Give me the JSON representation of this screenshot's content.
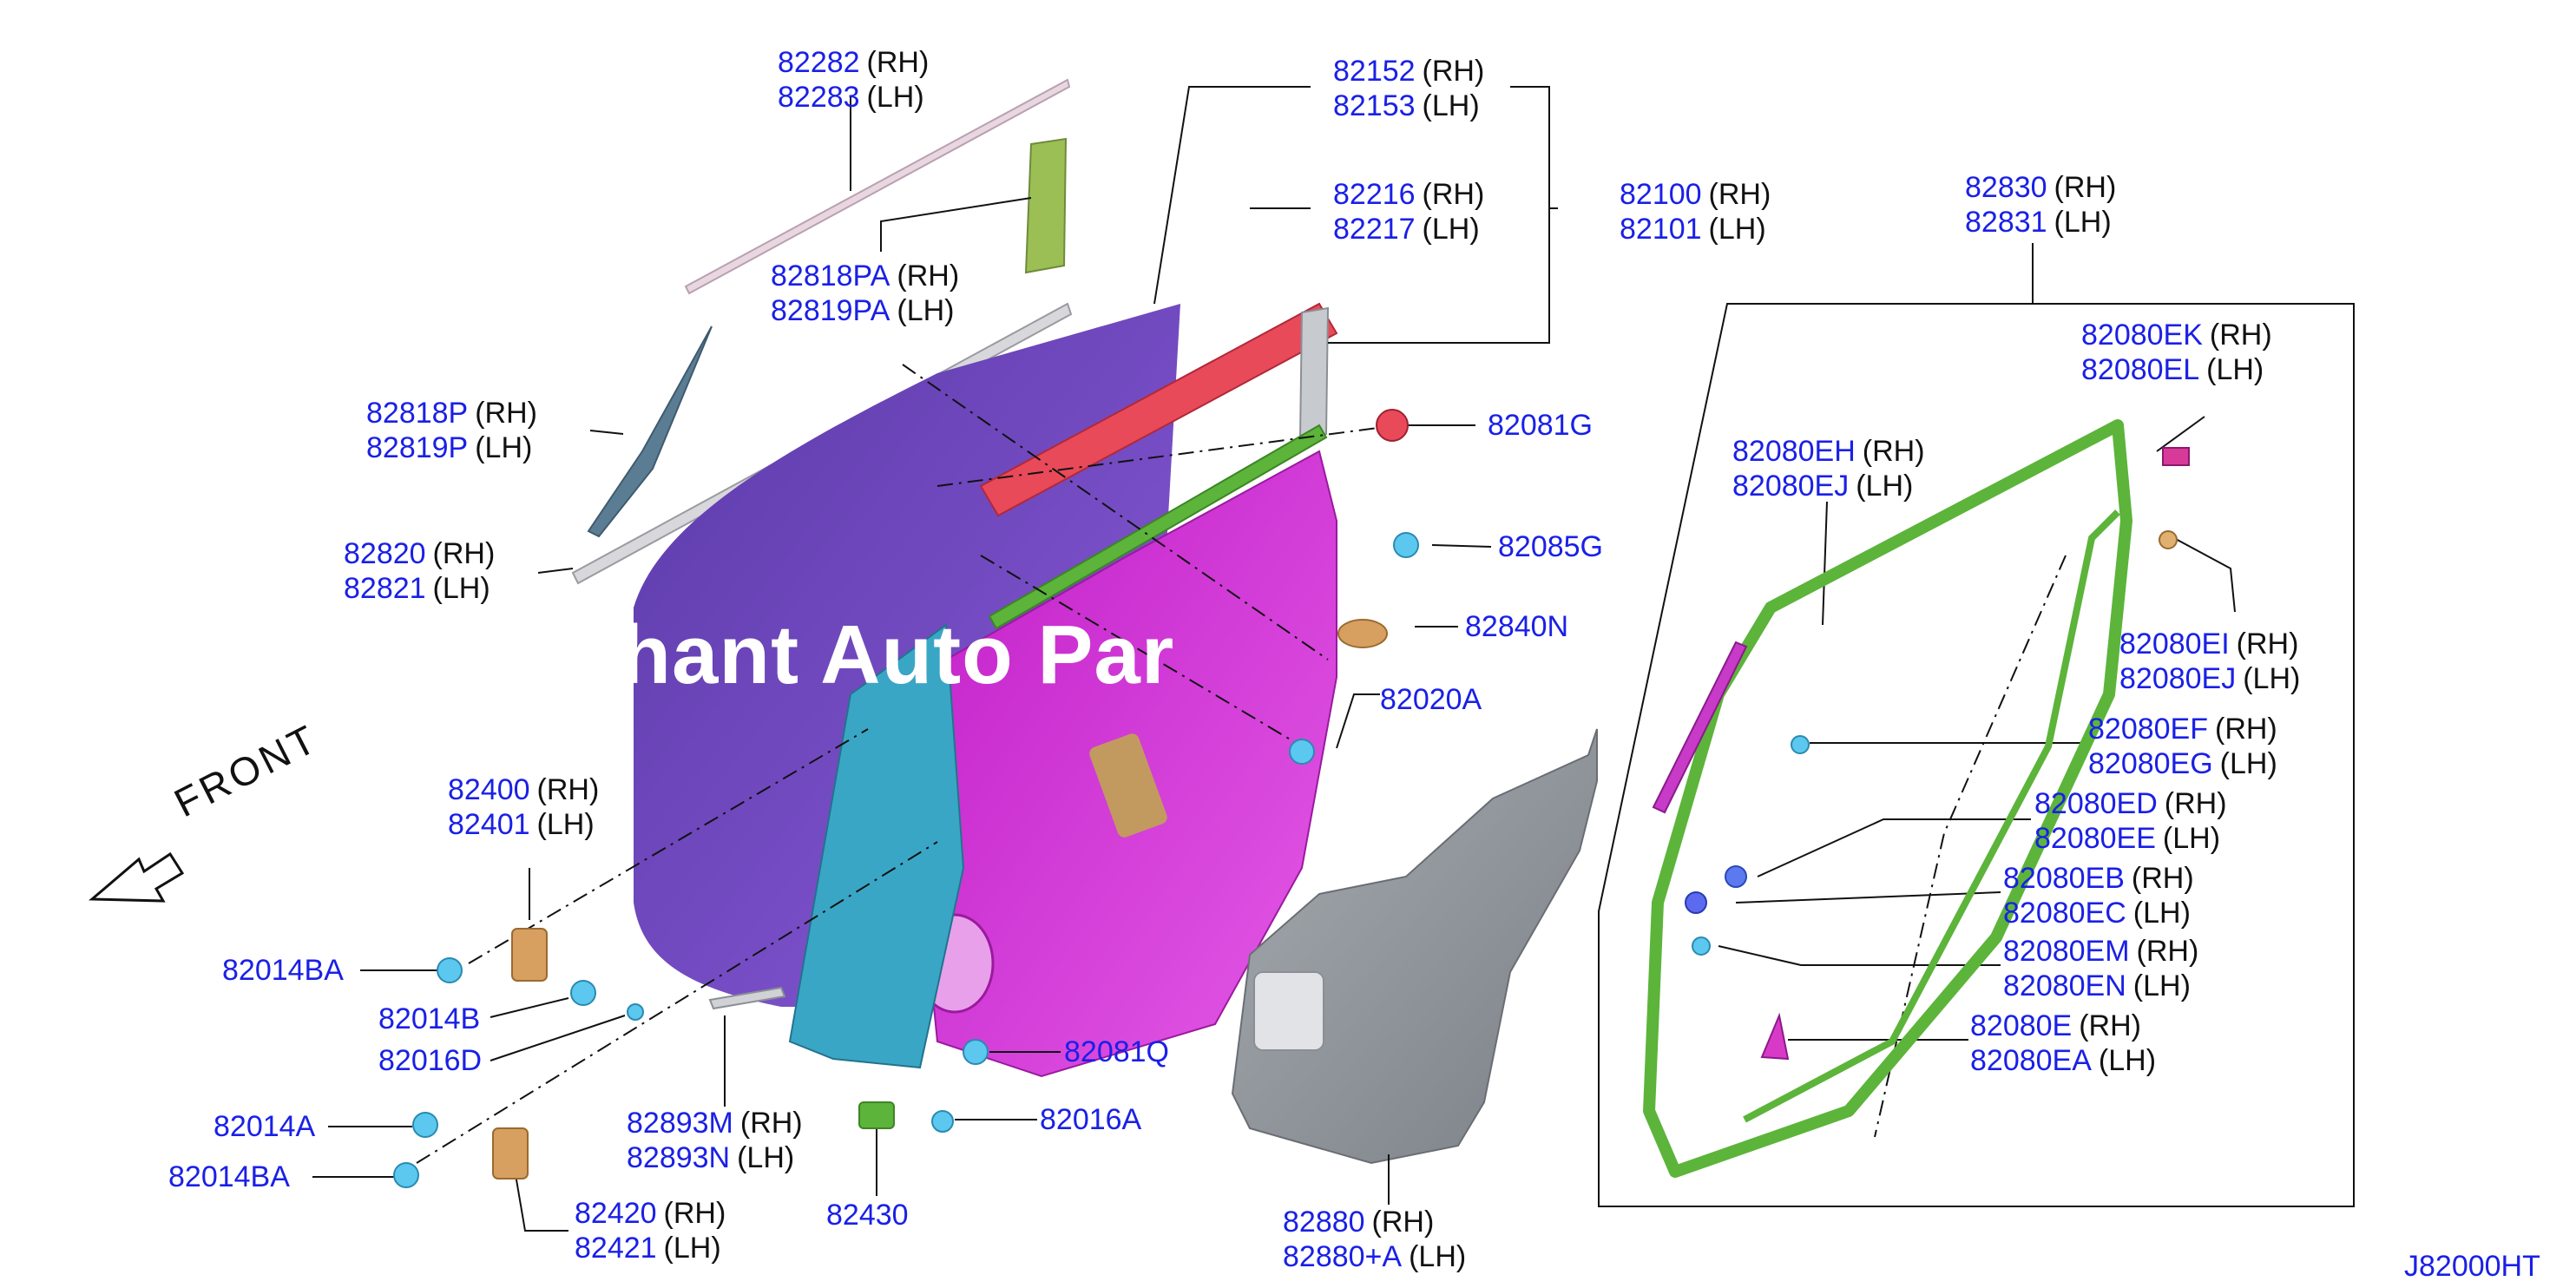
{
  "diagram": {
    "diagram_code": "J82000HT",
    "front_label": "FRONT",
    "watermark": "chant Auto Par",
    "colors": {
      "part_number": "#1a20e6",
      "outer_panel": "#6b3fb8",
      "inner_panel": "#d61fd6",
      "hinge_pillar": "#3aa6c6",
      "sash_red": "#e84a5a",
      "weatherstrip_green": "#5cb43a",
      "clip_cyan": "#5cc8f0",
      "trim_gray": "#9aa0a6",
      "glass": "#5b7d94"
    },
    "labels": [
      {
        "id": "l1",
        "lines": [
          {
            "pn": "82282",
            "side": "(RH)"
          },
          {
            "pn": "82283",
            "side": "(LH)"
          }
        ]
      },
      {
        "id": "l2",
        "lines": [
          {
            "pn": "82818PA",
            "side": "(RH)"
          },
          {
            "pn": "82819PA",
            "side": "(LH)"
          }
        ]
      },
      {
        "id": "l3",
        "lines": [
          {
            "pn": "82818P",
            "side": "(RH)"
          },
          {
            "pn": "82819P",
            "side": "(LH)"
          }
        ]
      },
      {
        "id": "l4",
        "lines": [
          {
            "pn": "82820",
            "side": "(RH)"
          },
          {
            "pn": "82821",
            "side": "(LH)"
          }
        ]
      },
      {
        "id": "l5",
        "lines": [
          {
            "pn": "82152",
            "side": "(RH)"
          },
          {
            "pn": "82153",
            "side": "(LH)"
          }
        ]
      },
      {
        "id": "l6",
        "lines": [
          {
            "pn": "82216",
            "side": "(RH)"
          },
          {
            "pn": "82217",
            "side": "(LH)"
          }
        ]
      },
      {
        "id": "l7",
        "lines": [
          {
            "pn": "82100",
            "side": "(RH)"
          },
          {
            "pn": "82101",
            "side": "(LH)"
          }
        ]
      },
      {
        "id": "l8",
        "lines": [
          {
            "pn": "82081G",
            "side": ""
          }
        ]
      },
      {
        "id": "l9",
        "lines": [
          {
            "pn": "82085G",
            "side": ""
          }
        ]
      },
      {
        "id": "l10",
        "lines": [
          {
            "pn": "82840N",
            "side": ""
          }
        ]
      },
      {
        "id": "l11",
        "lines": [
          {
            "pn": "82020A",
            "side": ""
          }
        ]
      },
      {
        "id": "l12",
        "lines": [
          {
            "pn": "82400",
            "side": "(RH)"
          },
          {
            "pn": "82401",
            "side": "(LH)"
          }
        ]
      },
      {
        "id": "l13",
        "lines": [
          {
            "pn": "82014BA",
            "side": ""
          }
        ]
      },
      {
        "id": "l14",
        "lines": [
          {
            "pn": "82014B",
            "side": ""
          }
        ]
      },
      {
        "id": "l15",
        "lines": [
          {
            "pn": "82016D",
            "side": ""
          }
        ]
      },
      {
        "id": "l16",
        "lines": [
          {
            "pn": "82014A",
            "side": ""
          }
        ]
      },
      {
        "id": "l17",
        "lines": [
          {
            "pn": "82014BA",
            "side": ""
          }
        ]
      },
      {
        "id": "l18",
        "lines": [
          {
            "pn": "82893M",
            "side": "(RH)"
          },
          {
            "pn": "82893N",
            "side": "(LH)"
          }
        ]
      },
      {
        "id": "l19",
        "lines": [
          {
            "pn": "82420",
            "side": "(RH)"
          },
          {
            "pn": "82421",
            "side": "(LH)"
          }
        ]
      },
      {
        "id": "l20",
        "lines": [
          {
            "pn": "82430",
            "side": ""
          }
        ]
      },
      {
        "id": "l21",
        "lines": [
          {
            "pn": "82081Q",
            "side": ""
          }
        ]
      },
      {
        "id": "l22",
        "lines": [
          {
            "pn": "82016A",
            "side": ""
          }
        ]
      },
      {
        "id": "l23",
        "lines": [
          {
            "pn": "82880",
            "side": "(RH)"
          },
          {
            "pn": "82880+A",
            "side": "(LH)"
          }
        ]
      },
      {
        "id": "l24",
        "lines": [
          {
            "pn": "82830",
            "side": "(RH)"
          },
          {
            "pn": "82831",
            "side": "(LH)"
          }
        ]
      },
      {
        "id": "l25",
        "lines": [
          {
            "pn": "82080EK",
            "side": "(RH)"
          },
          {
            "pn": "82080EL",
            "side": "(LH)"
          }
        ]
      },
      {
        "id": "l26",
        "lines": [
          {
            "pn": "82080EH",
            "side": "(RH)"
          },
          {
            "pn": "82080EJ",
            "side": "(LH)"
          }
        ]
      },
      {
        "id": "l27",
        "lines": [
          {
            "pn": "82080EI",
            "side": "(RH)"
          },
          {
            "pn": "82080EJ",
            "side": "(LH)"
          }
        ]
      },
      {
        "id": "l28",
        "lines": [
          {
            "pn": "82080EF",
            "side": "(RH)"
          },
          {
            "pn": "82080EG",
            "side": "(LH)"
          }
        ]
      },
      {
        "id": "l29",
        "lines": [
          {
            "pn": "82080ED",
            "side": "(RH)"
          },
          {
            "pn": "82080EE",
            "side": "(LH)"
          }
        ]
      },
      {
        "id": "l30",
        "lines": [
          {
            "pn": "82080EB",
            "side": "(RH)"
          },
          {
            "pn": "82080EC",
            "side": "(LH)"
          }
        ]
      },
      {
        "id": "l31",
        "lines": [
          {
            "pn": "82080EM",
            "side": "(RH)"
          },
          {
            "pn": "82080EN",
            "side": "(LH)"
          }
        ]
      },
      {
        "id": "l32",
        "lines": [
          {
            "pn": "82080E",
            "side": "(RH)"
          },
          {
            "pn": "82080EA",
            "side": "(LH)"
          }
        ]
      }
    ]
  }
}
